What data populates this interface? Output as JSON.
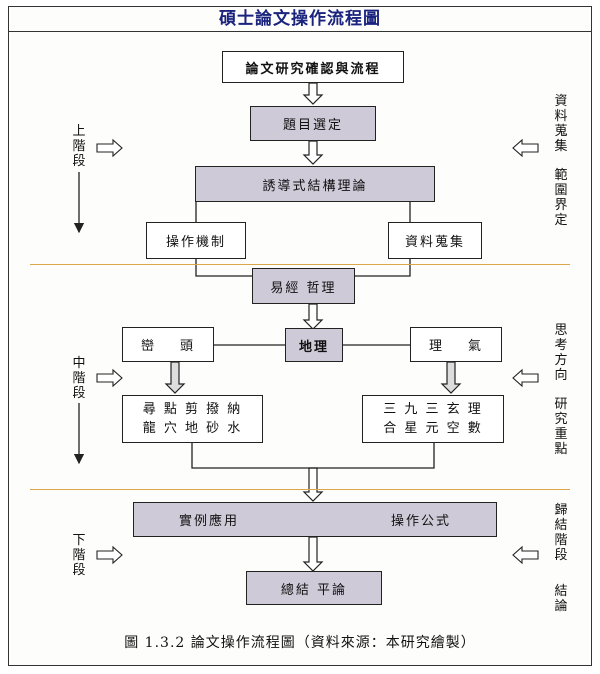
{
  "title": "碩士論文操作流程圖",
  "flow": {
    "top": "論文研究確認與流程",
    "topic": "題目選定",
    "theory": "誘導式結構理論",
    "method": "操作機制",
    "data": "資料蒐集",
    "yijing": "易經  哲理",
    "dili": "地理",
    "luantou": {
      "left": "巒",
      "right": "頭"
    },
    "liqi": {
      "left": "理",
      "right": "氣"
    },
    "luantou_items": {
      "line1": "尋 點 剪 撥 納",
      "line2": "龍 穴 地 砂 水"
    },
    "liqi_items": {
      "line1": "三 九 三 玄 理",
      "line2": "合 星 元 空 數"
    },
    "apply_left": "實例應用",
    "apply_right": "操作公式",
    "summary": "總結   平論"
  },
  "left_labels": {
    "upper": "上階段",
    "middle": "中階段",
    "lower": "下階段"
  },
  "right_labels": {
    "upper_a": "資料蒐集",
    "upper_b": "範圍界定",
    "middle_a": "思考方向",
    "middle_b": "研究重點",
    "lower_a": "歸結階段",
    "lower_b": "結論"
  },
  "caption": "圖 1.3.2  論文操作流程圖（資料來源：本研究繪製）",
  "colors": {
    "title": "#1a237e",
    "shade": "#cfcad8",
    "separator": "#d9a64a"
  }
}
